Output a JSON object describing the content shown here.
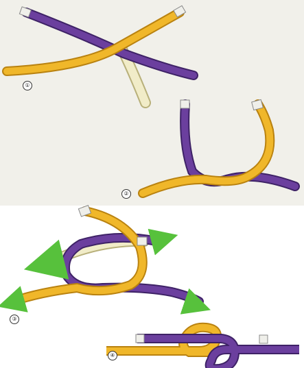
{
  "colors": {
    "rope_a": "#f0b72a",
    "rope_a_edge": "#b98210",
    "rope_b": "#6b3f9e",
    "rope_b_edge": "#3e2266",
    "ghost_rope": "#f1ecc8",
    "ghost_edge": "#b8b07a",
    "arrow_green": "#57c13c",
    "background_panel": "#f1f0ea"
  },
  "steps": [
    {
      "number": "①",
      "figure": "two-ropes-crossing"
    },
    {
      "number": "②",
      "figure": "ends-turned-up-and-twisted"
    },
    {
      "number": "③",
      "figure": "loop-formed-with-pull-arrows"
    },
    {
      "number": "④",
      "figure": "finished-reef-knot"
    }
  ],
  "icons": [
    "rope-end-cap-icon",
    "pull-arrow-icon"
  ]
}
